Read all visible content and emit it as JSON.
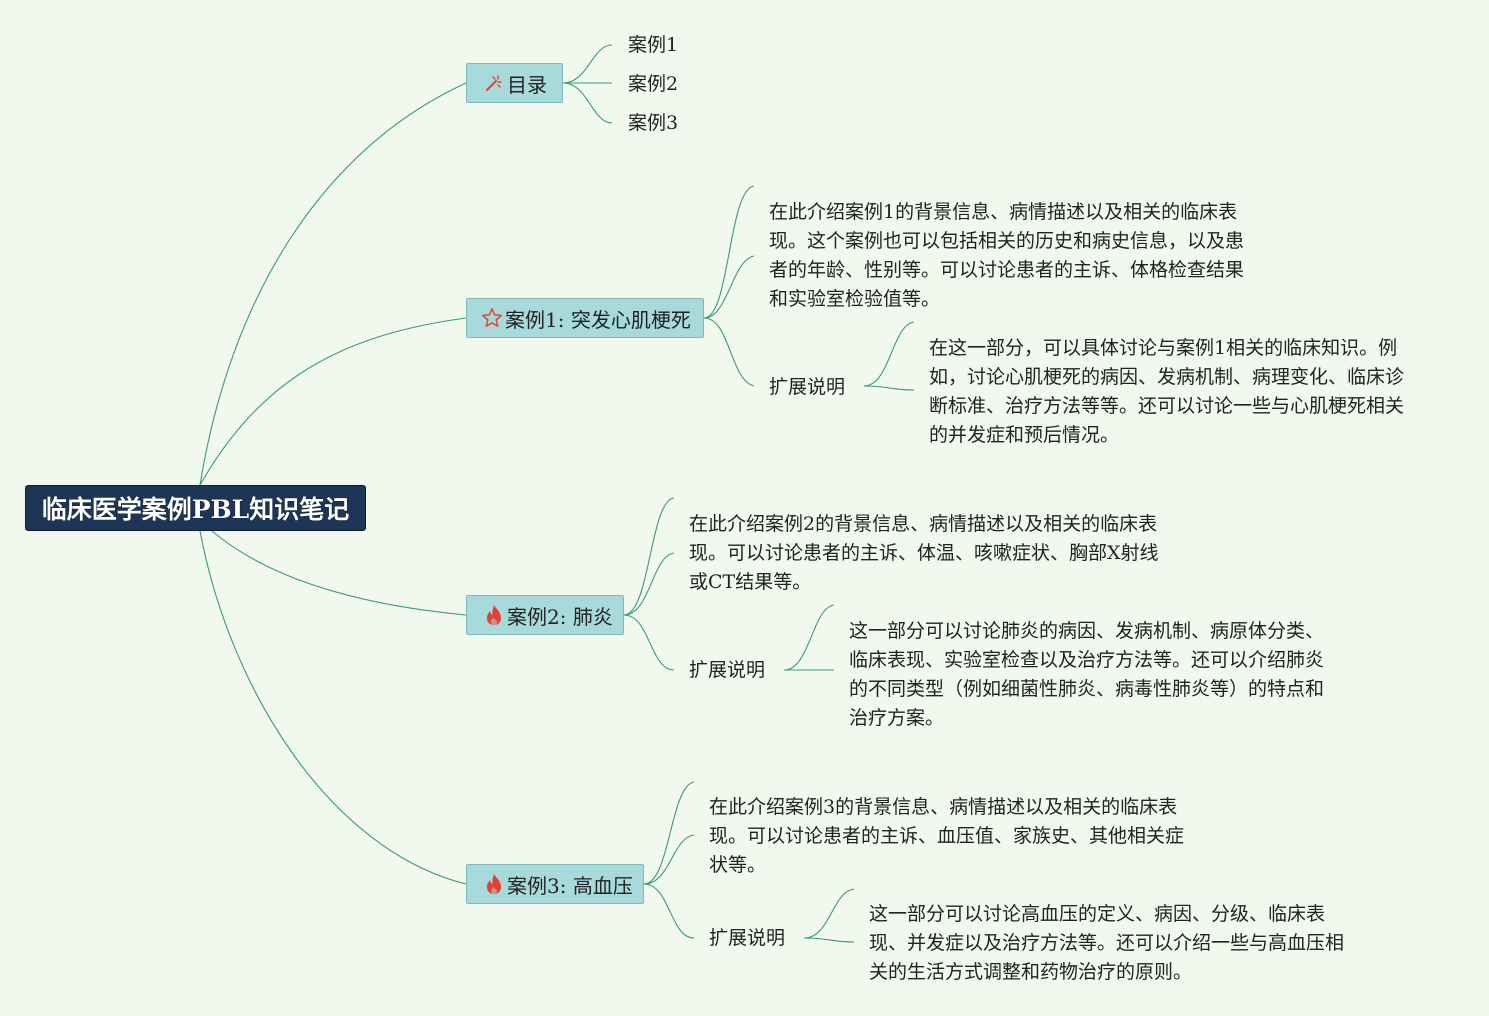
{
  "root": {
    "title": "临床医学案例PBL知识笔记"
  },
  "toc": {
    "title": "目录",
    "icon": "magic-wand-icon",
    "items": [
      "案例1",
      "案例2",
      "案例3"
    ]
  },
  "cases": [
    {
      "title": "案例1: 突发心肌梗死",
      "icon": "star-outline-icon",
      "intro": [
        "在此介绍案例1的背景信息、病情描述以及相关的临床表",
        "现。这个案例也可以包括相关的历史和病史信息，以及患",
        "者的年龄、性别等。可以讨论患者的主诉、体格检查结果",
        "和实验室检验值等。"
      ],
      "ext_label": "扩展说明",
      "ext": [
        "在这一部分，可以具体讨论与案例1相关的临床知识。例",
        "如，讨论心肌梗死的病因、发病机制、病理变化、临床诊",
        "断标准、治疗方法等等。还可以讨论一些与心肌梗死相关",
        "的并发症和预后情况。"
      ]
    },
    {
      "title": "案例2: 肺炎",
      "icon": "fire-icon",
      "intro": [
        "在此介绍案例2的背景信息、病情描述以及相关的临床表",
        "现。可以讨论患者的主诉、体温、咳嗽症状、胸部X射线",
        "或CT结果等。"
      ],
      "ext_label": "扩展说明",
      "ext": [
        "这一部分可以讨论肺炎的病因、发病机制、病原体分类、",
        "临床表现、实验室检查以及治疗方法等。还可以介绍肺炎",
        "的不同类型（例如细菌性肺炎、病毒性肺炎等）的特点和",
        "治疗方案。"
      ]
    },
    {
      "title": "案例3: 高血压",
      "icon": "fire-icon",
      "intro": [
        "在此介绍案例3的背景信息、病情描述以及相关的临床表",
        "现。可以讨论患者的主诉、血压值、家族史、其他相关症",
        "状等。"
      ],
      "ext_label": "扩展说明",
      "ext": [
        "这一部分可以讨论高血压的定义、病因、分级、临床表",
        "现、并发症以及治疗方法等。还可以介绍一些与高血压相",
        "关的生活方式调整和药物治疗的原则。"
      ]
    }
  ],
  "colors": {
    "background": "#f1f9ef",
    "root_fill": "#1d3557",
    "node_fill": "#a8dadc",
    "line": "#3a9a74",
    "icon_red": "#e63f32"
  }
}
